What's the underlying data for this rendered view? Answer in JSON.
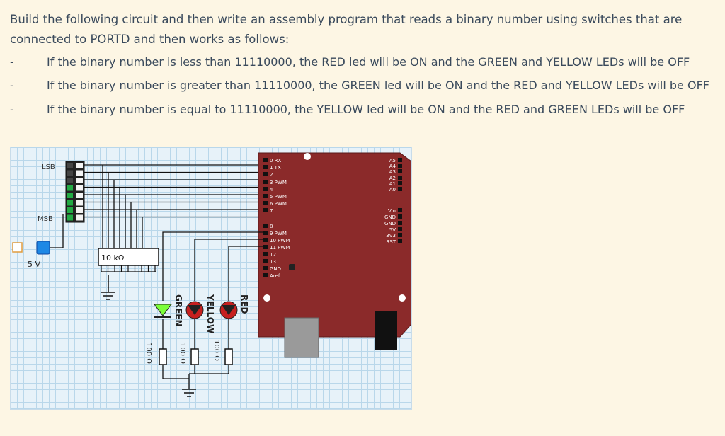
{
  "question": {
    "intro": "Build the following circuit and then write an assembly program that reads a binary number using switches that are connected to PORTD and then works as follows:",
    "bullets": [
      {
        "dash": "-",
        "text": "If the binary number is less than 11110000, the RED led will be ON and the GREEN and YELLOW LEDs will be OFF"
      },
      {
        "dash": "-",
        "text": "If the binary number is greater than 11110000, the GREEN led will be ON and the RED and YELLOW LEDs will be OFF"
      },
      {
        "dash": "-",
        "text": "If the binary number is equal to 11110000, the YELLOW led will be ON and the RED and GREEN LEDs will be OFF"
      }
    ]
  },
  "circuit": {
    "lsb_label": "LSB",
    "msb_label": "MSB",
    "supply_label": "5 V",
    "resistor_network_label": "10 kΩ",
    "led_labels": [
      "GREEN",
      "YELLOW",
      "RED"
    ],
    "led_resistor_labels": [
      "100 Ω",
      "100 Ω",
      "100 Ω"
    ],
    "arduino_left_pins": [
      "0 RX",
      "1 TX",
      "2",
      "3 PWM",
      "4",
      "5 PWM",
      "6 PWM",
      "7",
      "8",
      "9 PWM",
      "10 PWM",
      "11 PWM",
      "12",
      "13",
      "GND",
      "Aref"
    ],
    "arduino_right_pins": [
      "A5",
      "A4",
      "A3",
      "A2",
      "A1",
      "A0",
      "Vin",
      "GND",
      "GND",
      "5V",
      "3V3",
      "RST"
    ],
    "colors": {
      "board": "#8b2a2a",
      "green_led": "#7cff3a",
      "yellow_led": "#c62020",
      "red_led": "#c62020",
      "supply": "#1e88e5",
      "switch_on": "#22aa44"
    }
  }
}
